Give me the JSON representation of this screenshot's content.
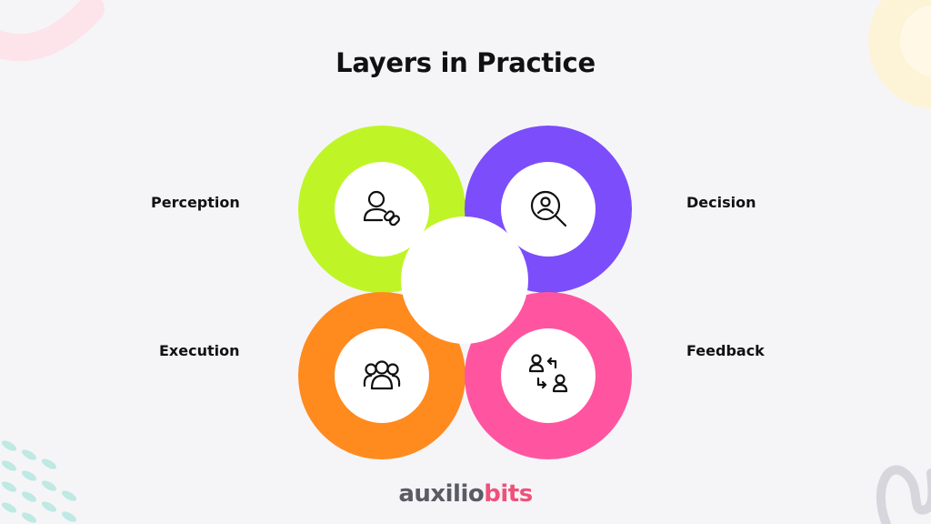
{
  "title": "Layers in Practice",
  "layers": [
    {
      "label": "Perception",
      "color": "#bff526",
      "icon": "user-link-icon"
    },
    {
      "label": "Decision",
      "color": "#7c4dfa",
      "icon": "user-search-icon"
    },
    {
      "label": "Execution",
      "color": "#ff8a1e",
      "icon": "user-group-icon"
    },
    {
      "label": "Feedback",
      "color": "#ff55a0",
      "icon": "user-exchange-icon"
    }
  ],
  "logo": {
    "part1": "auxilio",
    "part2": "bits"
  }
}
